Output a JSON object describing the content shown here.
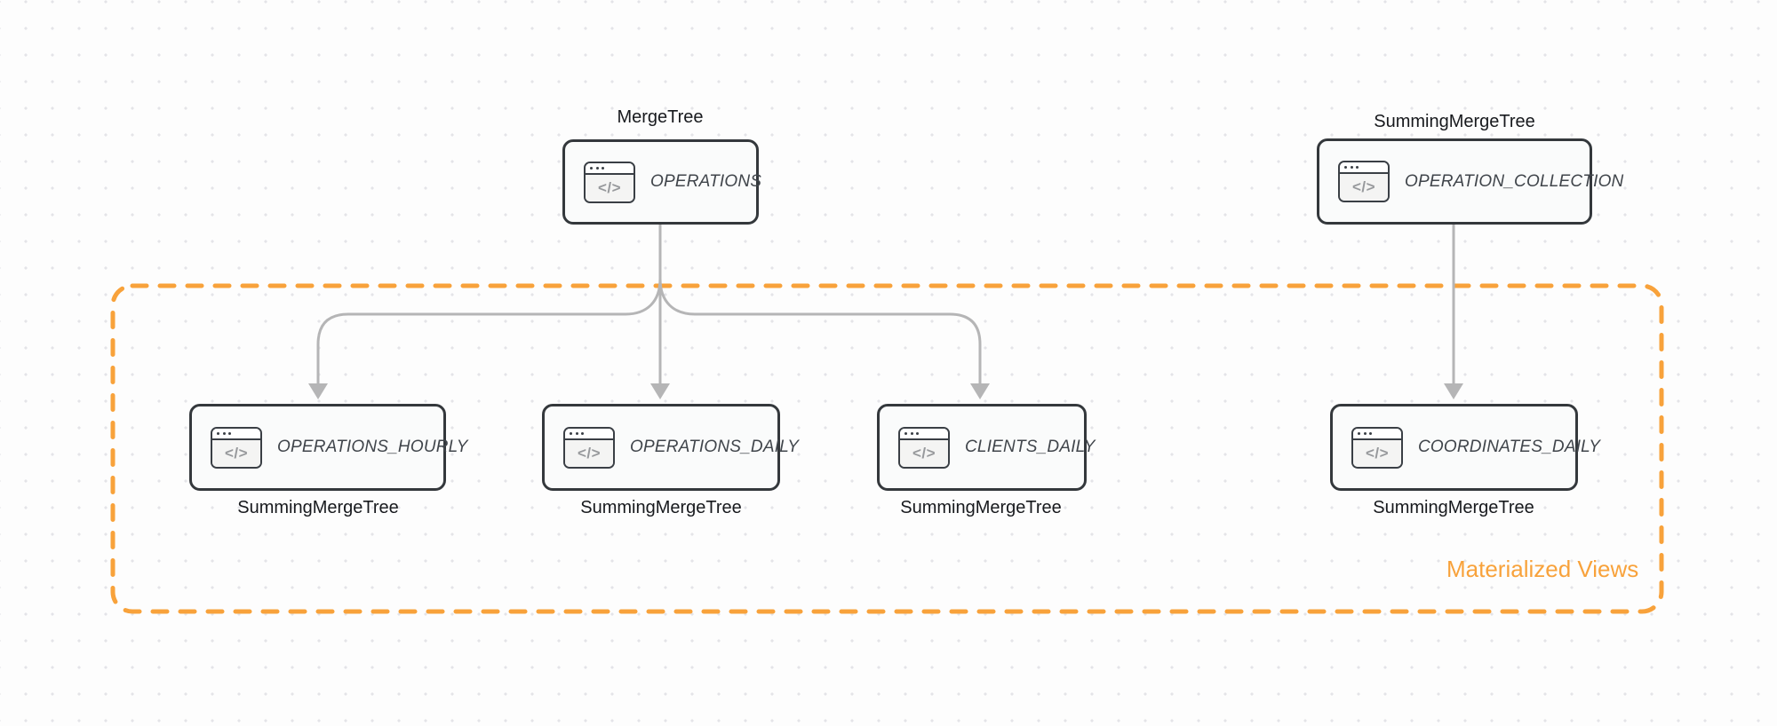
{
  "diagram": {
    "group_label": "Materialized Views",
    "icon_glyph": "</>",
    "colors": {
      "accent_orange": "#F8A23B",
      "edge_gray": "#B5B5B6",
      "node_border": "#34383C",
      "node_fill": "#FAFBFB"
    },
    "nodes": {
      "operations": {
        "label": "OPERATIONS",
        "engine": "MergeTree"
      },
      "operation_collection": {
        "label": "OPERATION_COLLECTION",
        "engine": "SummingMergeTree"
      },
      "operations_hourly": {
        "label": "OPERATIONS_HOURLY",
        "engine": "SummingMergeTree"
      },
      "operations_daily": {
        "label": "OPERATIONS_DAILY",
        "engine": "SummingMergeTree"
      },
      "clients_daily": {
        "label": "CLIENTS_DAILY",
        "engine": "SummingMergeTree"
      },
      "coordinates_daily": {
        "label": "COORDINATES_DAILY",
        "engine": "SummingMergeTree"
      }
    }
  }
}
